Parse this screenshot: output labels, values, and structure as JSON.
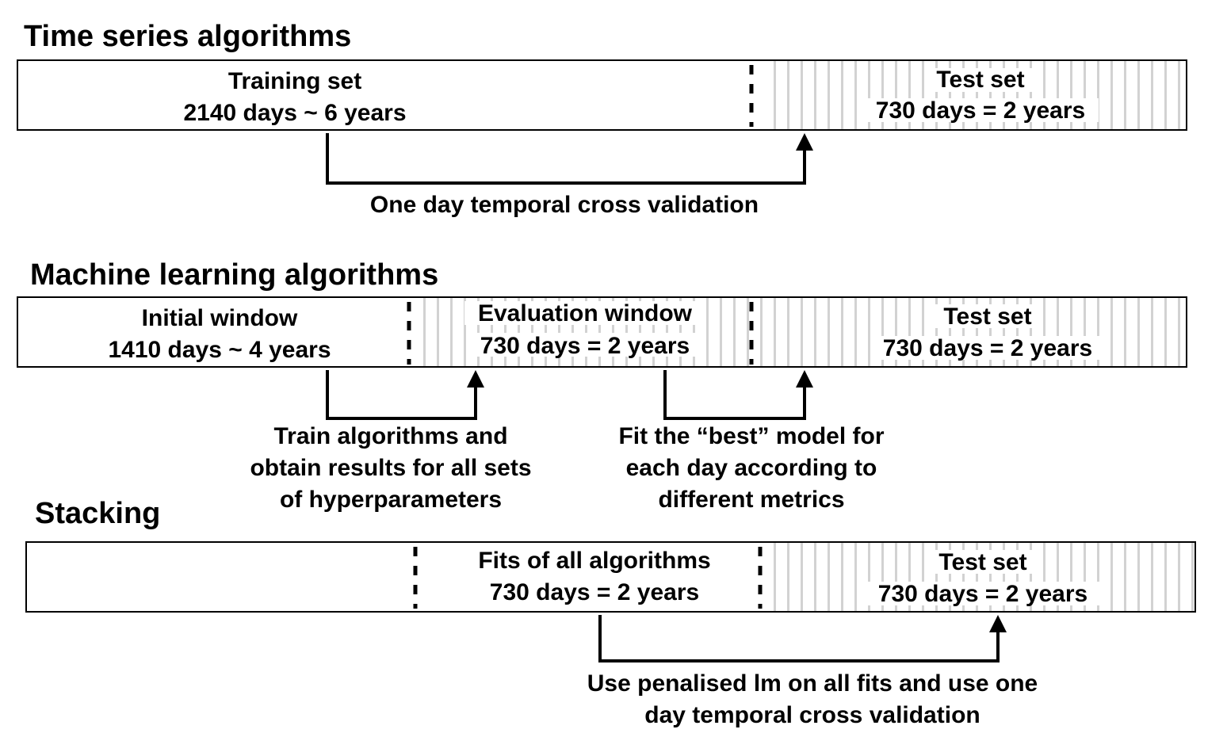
{
  "sections": [
    {
      "title": "Time series algorithms",
      "segments": [
        {
          "line1": "Training set",
          "line2": "2140 days ~ 6 years"
        },
        {
          "line1": "Test set",
          "line2": "730 days = 2 years"
        }
      ],
      "annotations": [
        {
          "lines": [
            "One day temporal cross validation"
          ]
        }
      ]
    },
    {
      "title": "Machine learning algorithms",
      "segments": [
        {
          "line1": "Initial window",
          "line2": "1410 days ~ 4 years"
        },
        {
          "line1": "Evaluation window",
          "line2": "730 days = 2 years"
        },
        {
          "line1": "Test set",
          "line2": "730 days = 2 years"
        }
      ],
      "annotations": [
        {
          "lines": [
            "Train algorithms and",
            "obtain results for all sets",
            "of  hyperparameters"
          ]
        },
        {
          "lines": [
            "Fit the “best” model for",
            "each day according to",
            "different metrics"
          ]
        }
      ]
    },
    {
      "title": "Stacking",
      "segments": [
        {
          "line1": "Fits of all algorithms",
          "line2": "730 days = 2 years"
        },
        {
          "line1": "Test set",
          "line2": "730 days = 2 years"
        }
      ],
      "annotations": [
        {
          "lines": [
            "Use penalised lm on all fits and use one",
            "day temporal cross validation"
          ]
        }
      ]
    }
  ],
  "colors": {
    "stroke": "#000000",
    "stripe": "#d2d2d2",
    "background": "#ffffff"
  }
}
